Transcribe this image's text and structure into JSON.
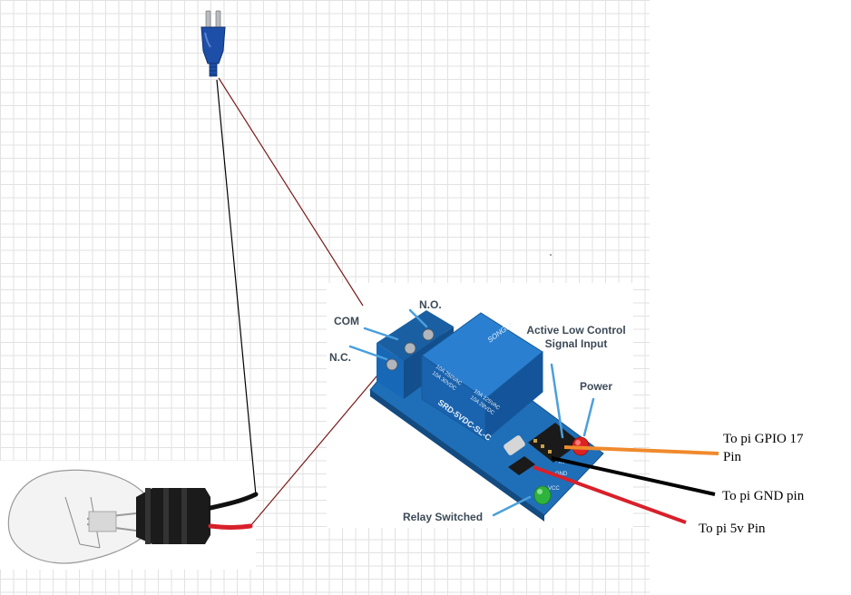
{
  "module_labels": {
    "no": "N.O.",
    "com": "COM",
    "nc": "N.C.",
    "active_low_line1": "Active Low Control",
    "active_low_line2": "Signal Input",
    "power": "Power",
    "relay_switched": "Relay Switched"
  },
  "relay_markings": {
    "brand": "SONGLE",
    "model": "SRD-5VDC-SL-C",
    "rating_1": "10A 250VAC",
    "rating_2": "10A 30VDC",
    "rating_3": "10A 125VAC",
    "rating_4": "10A 28VDC"
  },
  "pin_labels": {
    "gpio_line1": "To pi GPIO 17",
    "gpio_line2": "Pin",
    "gnd": "To pi GND pin",
    "vcc": "To pi 5v Pin"
  },
  "board_pins": {
    "in": "IN",
    "gnd": "GND",
    "vcc": "VCC"
  },
  "colors": {
    "wire_gpio": "#f08a2c",
    "wire_gnd": "#000000",
    "wire_vcc": "#d8202a",
    "wire_mains_live": "#7a1a1a",
    "wire_mains_neutral": "#000000",
    "board_blue": "#1f6fb8",
    "plug_blue": "#1d4fa8"
  },
  "icons": [
    "plug-icon",
    "light-bulb-icon",
    "relay-module-icon"
  ]
}
